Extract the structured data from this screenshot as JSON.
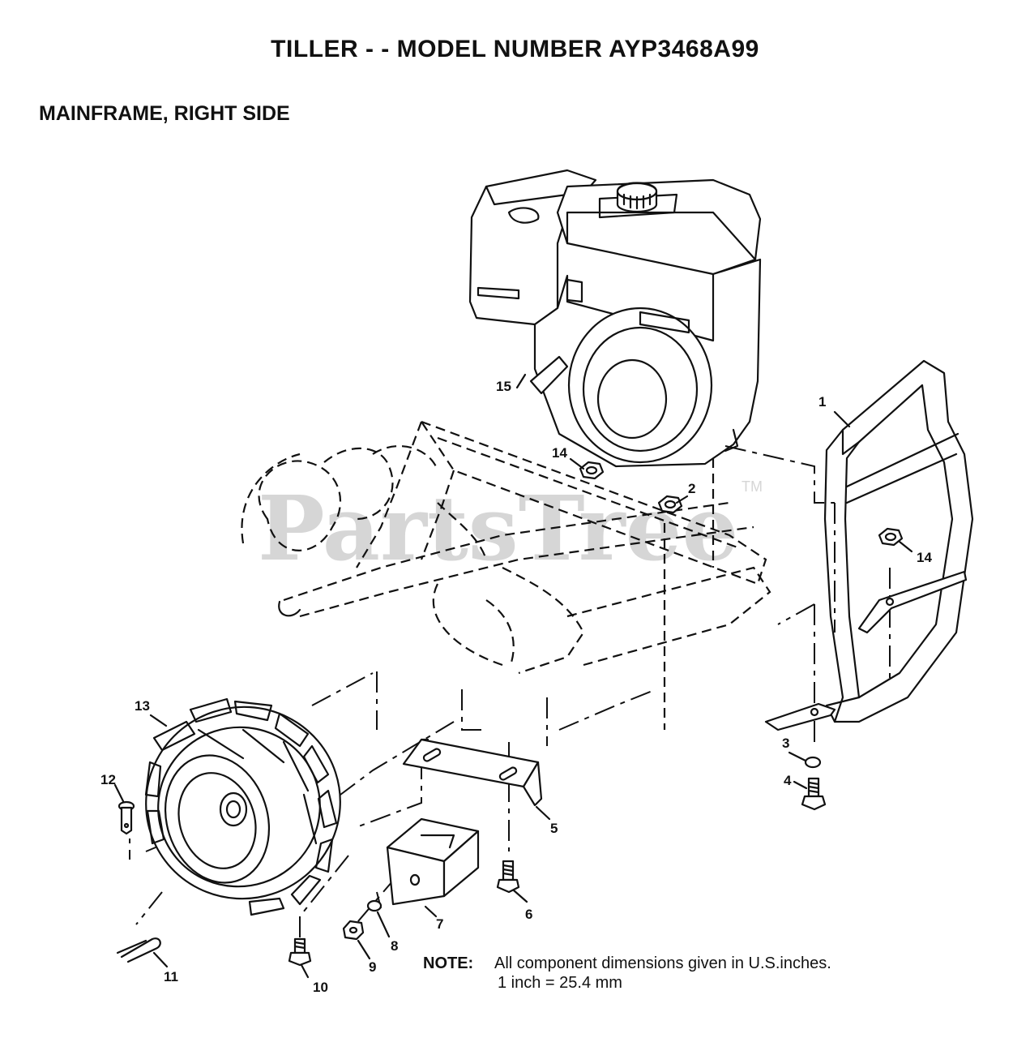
{
  "title": "TILLER - - MODEL NUMBER AYP3468A99",
  "section": "MAINFRAME, RIGHT SIDE",
  "watermark": "PartsTree",
  "watermark_tm": "TM",
  "note": {
    "label": "NOTE:",
    "line1": "All component dimensions given in U.S.inches.",
    "line2": "1 inch = 25.4 mm"
  },
  "callouts": {
    "c1": "1",
    "c2": "2",
    "c3": "3",
    "c4": "4",
    "c5": "5",
    "c6": "6",
    "c7": "7",
    "c8": "8",
    "c9": "9",
    "c10": "10",
    "c11": "11",
    "c12": "12",
    "c13": "13",
    "c14a": "14",
    "c14b": "14",
    "c15": "15"
  },
  "colors": {
    "ink": "#111111",
    "watermark": "#d6d6d6",
    "paper": "#ffffff"
  }
}
